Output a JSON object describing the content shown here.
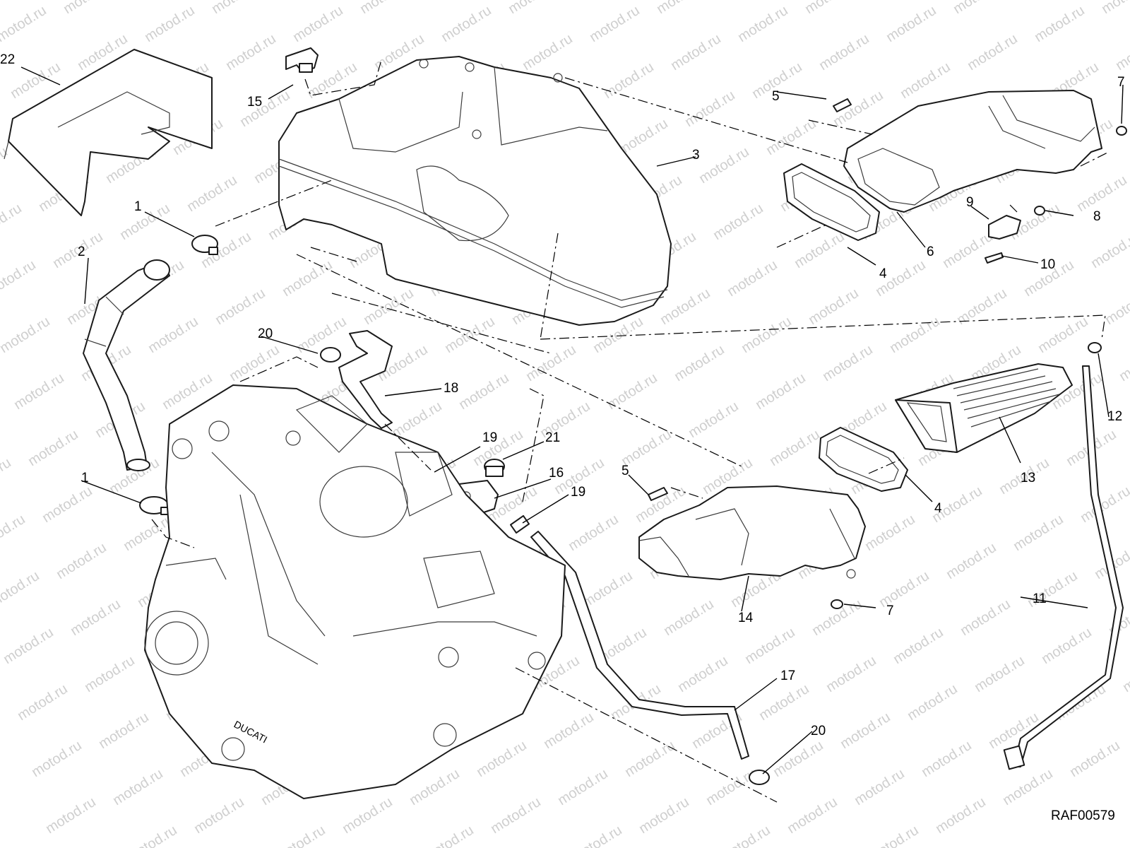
{
  "diagram": {
    "reference_code": "RAF00579",
    "watermark_text": "motod.ru",
    "callouts": {
      "c1a": "1",
      "c1b": "1",
      "c2": "2",
      "c3": "3",
      "c4a": "4",
      "c4b": "4",
      "c5a": "5",
      "c5b": "5",
      "c6": "6",
      "c7a": "7",
      "c7b": "7",
      "c8": "8",
      "c9": "9",
      "c10": "10",
      "c11": "11",
      "c12": "12",
      "c13": "13",
      "c14": "14",
      "c15": "15",
      "c16": "16",
      "c17": "17",
      "c18": "18",
      "c19a": "19",
      "c19b": "19",
      "c20a": "20",
      "c20b": "20",
      "c21": "21",
      "c22": "22"
    },
    "engine_brand_text": "DUCATI"
  }
}
